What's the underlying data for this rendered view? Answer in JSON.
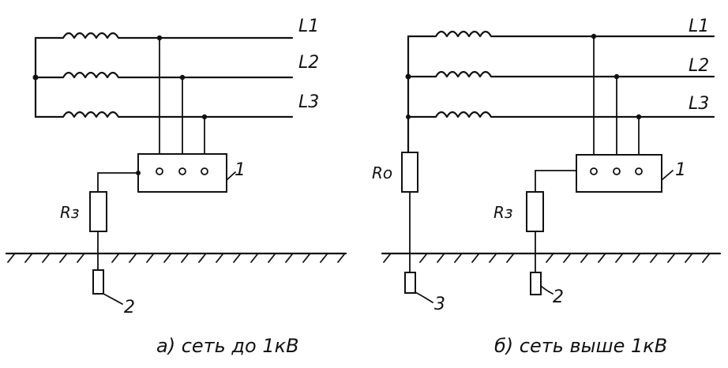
{
  "left": {
    "phases": [
      "L1",
      "L2",
      "L3"
    ],
    "resistor_label": "Rз",
    "device_number": "1",
    "electrode_number": "2",
    "caption": "а) сеть до 1кВ"
  },
  "right": {
    "phases": [
      "L1",
      "L2",
      "L3"
    ],
    "neutral_resistor_label": "Ro",
    "resistor_label": "Rз",
    "device_number": "1",
    "neutral_electrode_number": "3",
    "electrode_number": "2",
    "caption": "б) сеть выше 1кВ"
  }
}
